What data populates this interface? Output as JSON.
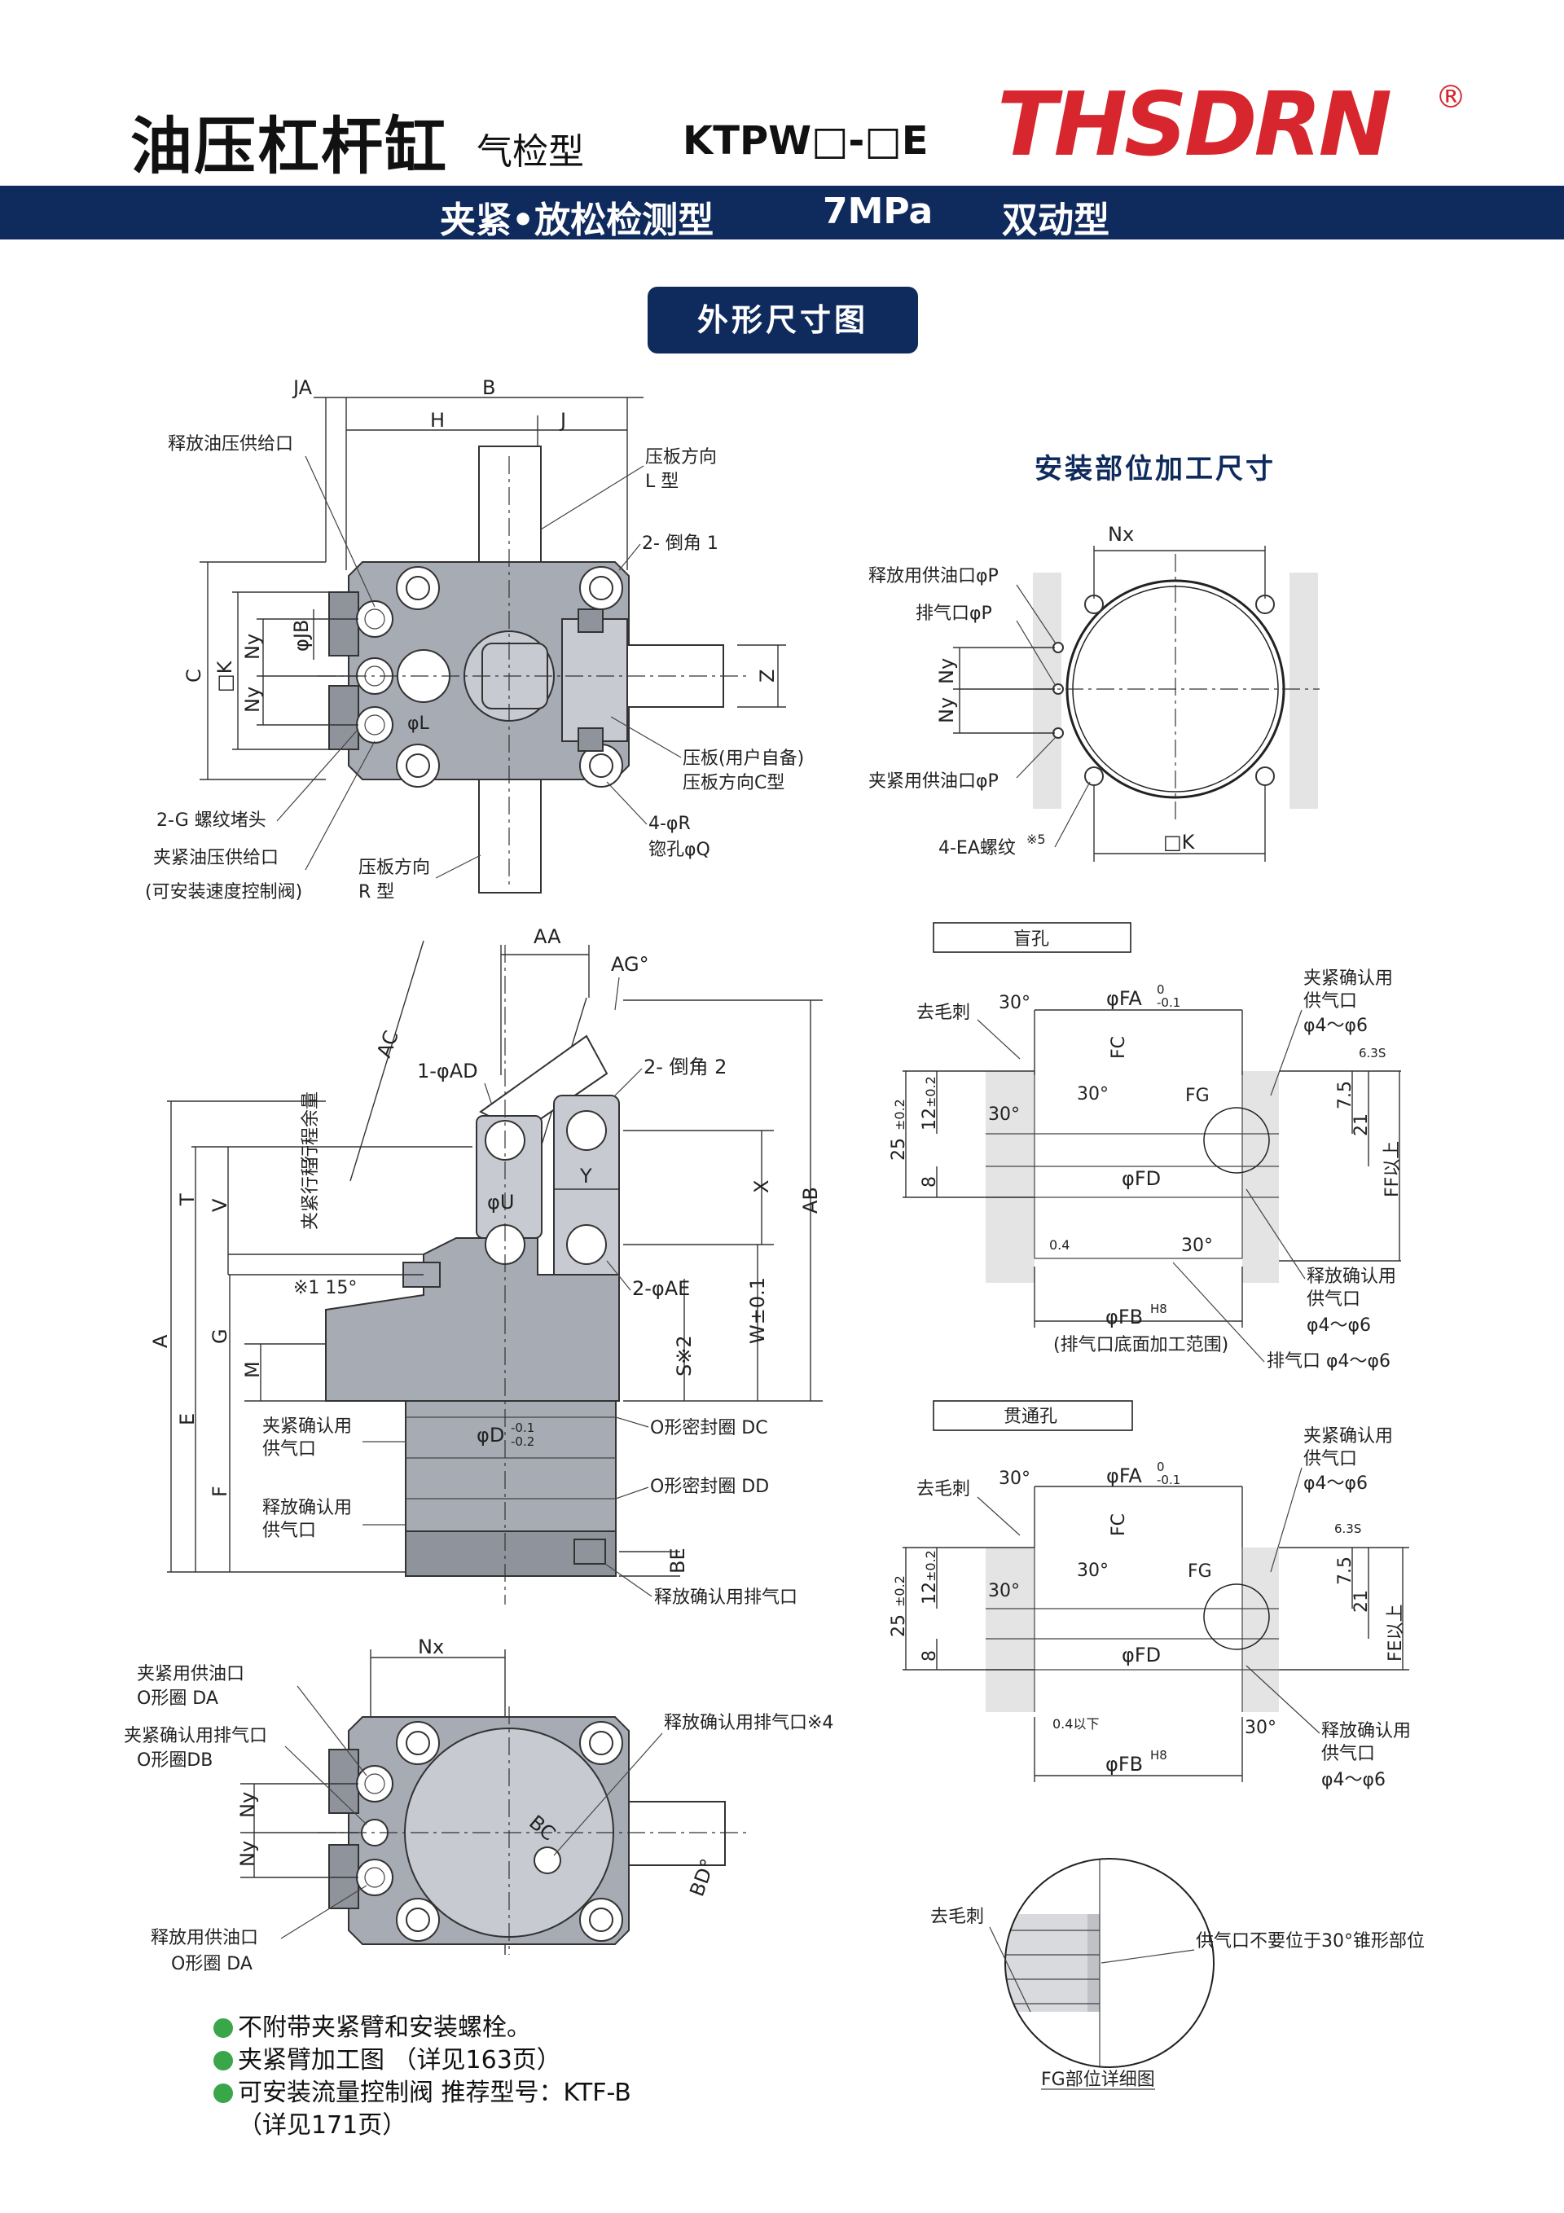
{
  "header": {
    "title": "油压杠杆缸",
    "subtitle": "气检型",
    "model": "KTPW□-□E",
    "brand": "THSDRN",
    "registered": "®"
  },
  "banner": {
    "type": "夹紧•放松检测型",
    "pressure": "7MPa",
    "action": "双动型"
  },
  "section_title": "外形尺寸图",
  "install_title": "安装部位加工尺寸",
  "top_view": {
    "dims": [
      "JA",
      "B",
      "H",
      "J",
      "C",
      "□K",
      "Ny",
      "Ny",
      "φJB",
      "Z"
    ],
    "labels": {
      "release_oil": "释放油压供给口",
      "plate_dir_l": "压板方向",
      "plate_dir_l_type": "L 型",
      "chamfer1": "2- 倒角 1",
      "plate_user": "压板(用户自备)",
      "plate_dir_c": "压板方向C型",
      "plug": "2-G 螺纹堵头",
      "clamp_oil": "夹紧油压供给口",
      "speed_valve": "(可安装速度控制阀)",
      "plate_dir_r": "压板方向",
      "plate_dir_r_type": "R 型",
      "bolt_holes": "4-φR",
      "counterbore": "锪孔φQ",
      "phi_l": "φL"
    }
  },
  "side_view": {
    "dims": [
      "AA",
      "AG°",
      "AC",
      "1-φAD",
      "2- 倒角 2",
      "X",
      "AB",
      "Y",
      "φU",
      "2-φAE",
      "W±0.1",
      "S※2",
      "T",
      "V",
      "A",
      "G",
      "E",
      "M",
      "F",
      "BE",
      "※1 15°"
    ],
    "labels": {
      "stroke_margin": "行程余量",
      "clamp_stroke": "夹紧行程",
      "clamp_confirm": "夹紧确认用",
      "supply_port": "供气口",
      "release_confirm": "释放确认用",
      "supply_port2": "供气口",
      "phi_d": "φD",
      "phi_d_tol_up": "-0.1",
      "phi_d_tol_dn": "-0.2",
      "oring_dc": "O形密封圈 DC",
      "oring_dd": "O形密封圈 DD",
      "release_exhaust": "释放确认用排气口"
    }
  },
  "bottom_view": {
    "dims": [
      "Nx",
      "Ny",
      "Ny",
      "BC",
      "BD°"
    ],
    "labels": {
      "clamp_oil": "夹紧用供油口",
      "oring_da": "O形圈 DA",
      "clamp_exhaust": "夹紧确认用排气口",
      "oring_db": "O形圈DB",
      "release_exhaust": "释放确认用排气口※4",
      "release_oil": "释放用供油口",
      "oring_da2": "O形圈 DA"
    }
  },
  "install_view": {
    "dims": [
      "Nx",
      "Ny",
      "Ny",
      "□K"
    ],
    "labels": {
      "release_oil": "释放用供油口φP",
      "exhaust": "排气口φP",
      "clamp_oil": "夹紧用供油口φP",
      "thread": "4-EA螺纹",
      "thread_note": "※5"
    }
  },
  "blind_hole": {
    "tag": "盲孔",
    "deburr": "去毛刺",
    "fa": "φFA",
    "fa_tol_up": "0",
    "fa_tol_dn": "-0.1",
    "fc": "FC",
    "fg": "FG",
    "fd": "φFD",
    "fb": "φFB",
    "fb_fit": "H8",
    "ff": "FF以上",
    "angle30": "30°",
    "d25": "25",
    "d25_tol": "±0.2",
    "d12": "12",
    "d12_tol": "±0.2",
    "d8": "8",
    "d75": "7.5",
    "d21": "21",
    "r04": "0.4",
    "r635": "6.3S",
    "clamp_confirm": "夹紧确认用",
    "clamp_supply": "供气口",
    "clamp_range": "φ4～φ6",
    "release_confirm": "释放确认用",
    "release_supply": "供气口",
    "release_range": "φ4～φ6",
    "bottom_range": "(排气口底面加工范围)",
    "exhaust": "排气口 φ4～φ6"
  },
  "through_hole": {
    "tag": "贯通孔",
    "deburr": "去毛刺",
    "fa": "φFA",
    "fa_tol_up": "0",
    "fa_tol_dn": "-0.1",
    "fc": "FC",
    "fg": "FG",
    "fd": "φFD",
    "fb": "φFB",
    "fb_fit": "H8",
    "fe": "FE以上",
    "angle30": "30°",
    "d25": "25",
    "d25_tol": "±0.2",
    "d12": "12",
    "d12_tol": "±0.2",
    "d8": "8",
    "d75": "7.5",
    "d21": "21",
    "r04": "0.4以下",
    "r635": "6.3S",
    "clamp_confirm": "夹紧确认用",
    "clamp_supply": "供气口",
    "clamp_range": "φ4～φ6",
    "release_confirm": "释放确认用",
    "release_supply": "供气口",
    "release_range": "φ4～φ6"
  },
  "fg_detail": {
    "deburr": "去毛刺",
    "note": "供气口不要位于30°锥形部位",
    "caption": "FG部位详细图"
  },
  "notes": [
    "不附带夹紧臂和安装螺栓。",
    "夹紧臂加工图 （详见163页）",
    "可安装流量控制阀 推荐型号：KTF-B",
    "（详见171页）"
  ],
  "colors": {
    "banner": "#0f2a5c",
    "brand_red": "#d7262e",
    "bullet": "#3aa64a",
    "body_gray": "#a7abb3"
  }
}
